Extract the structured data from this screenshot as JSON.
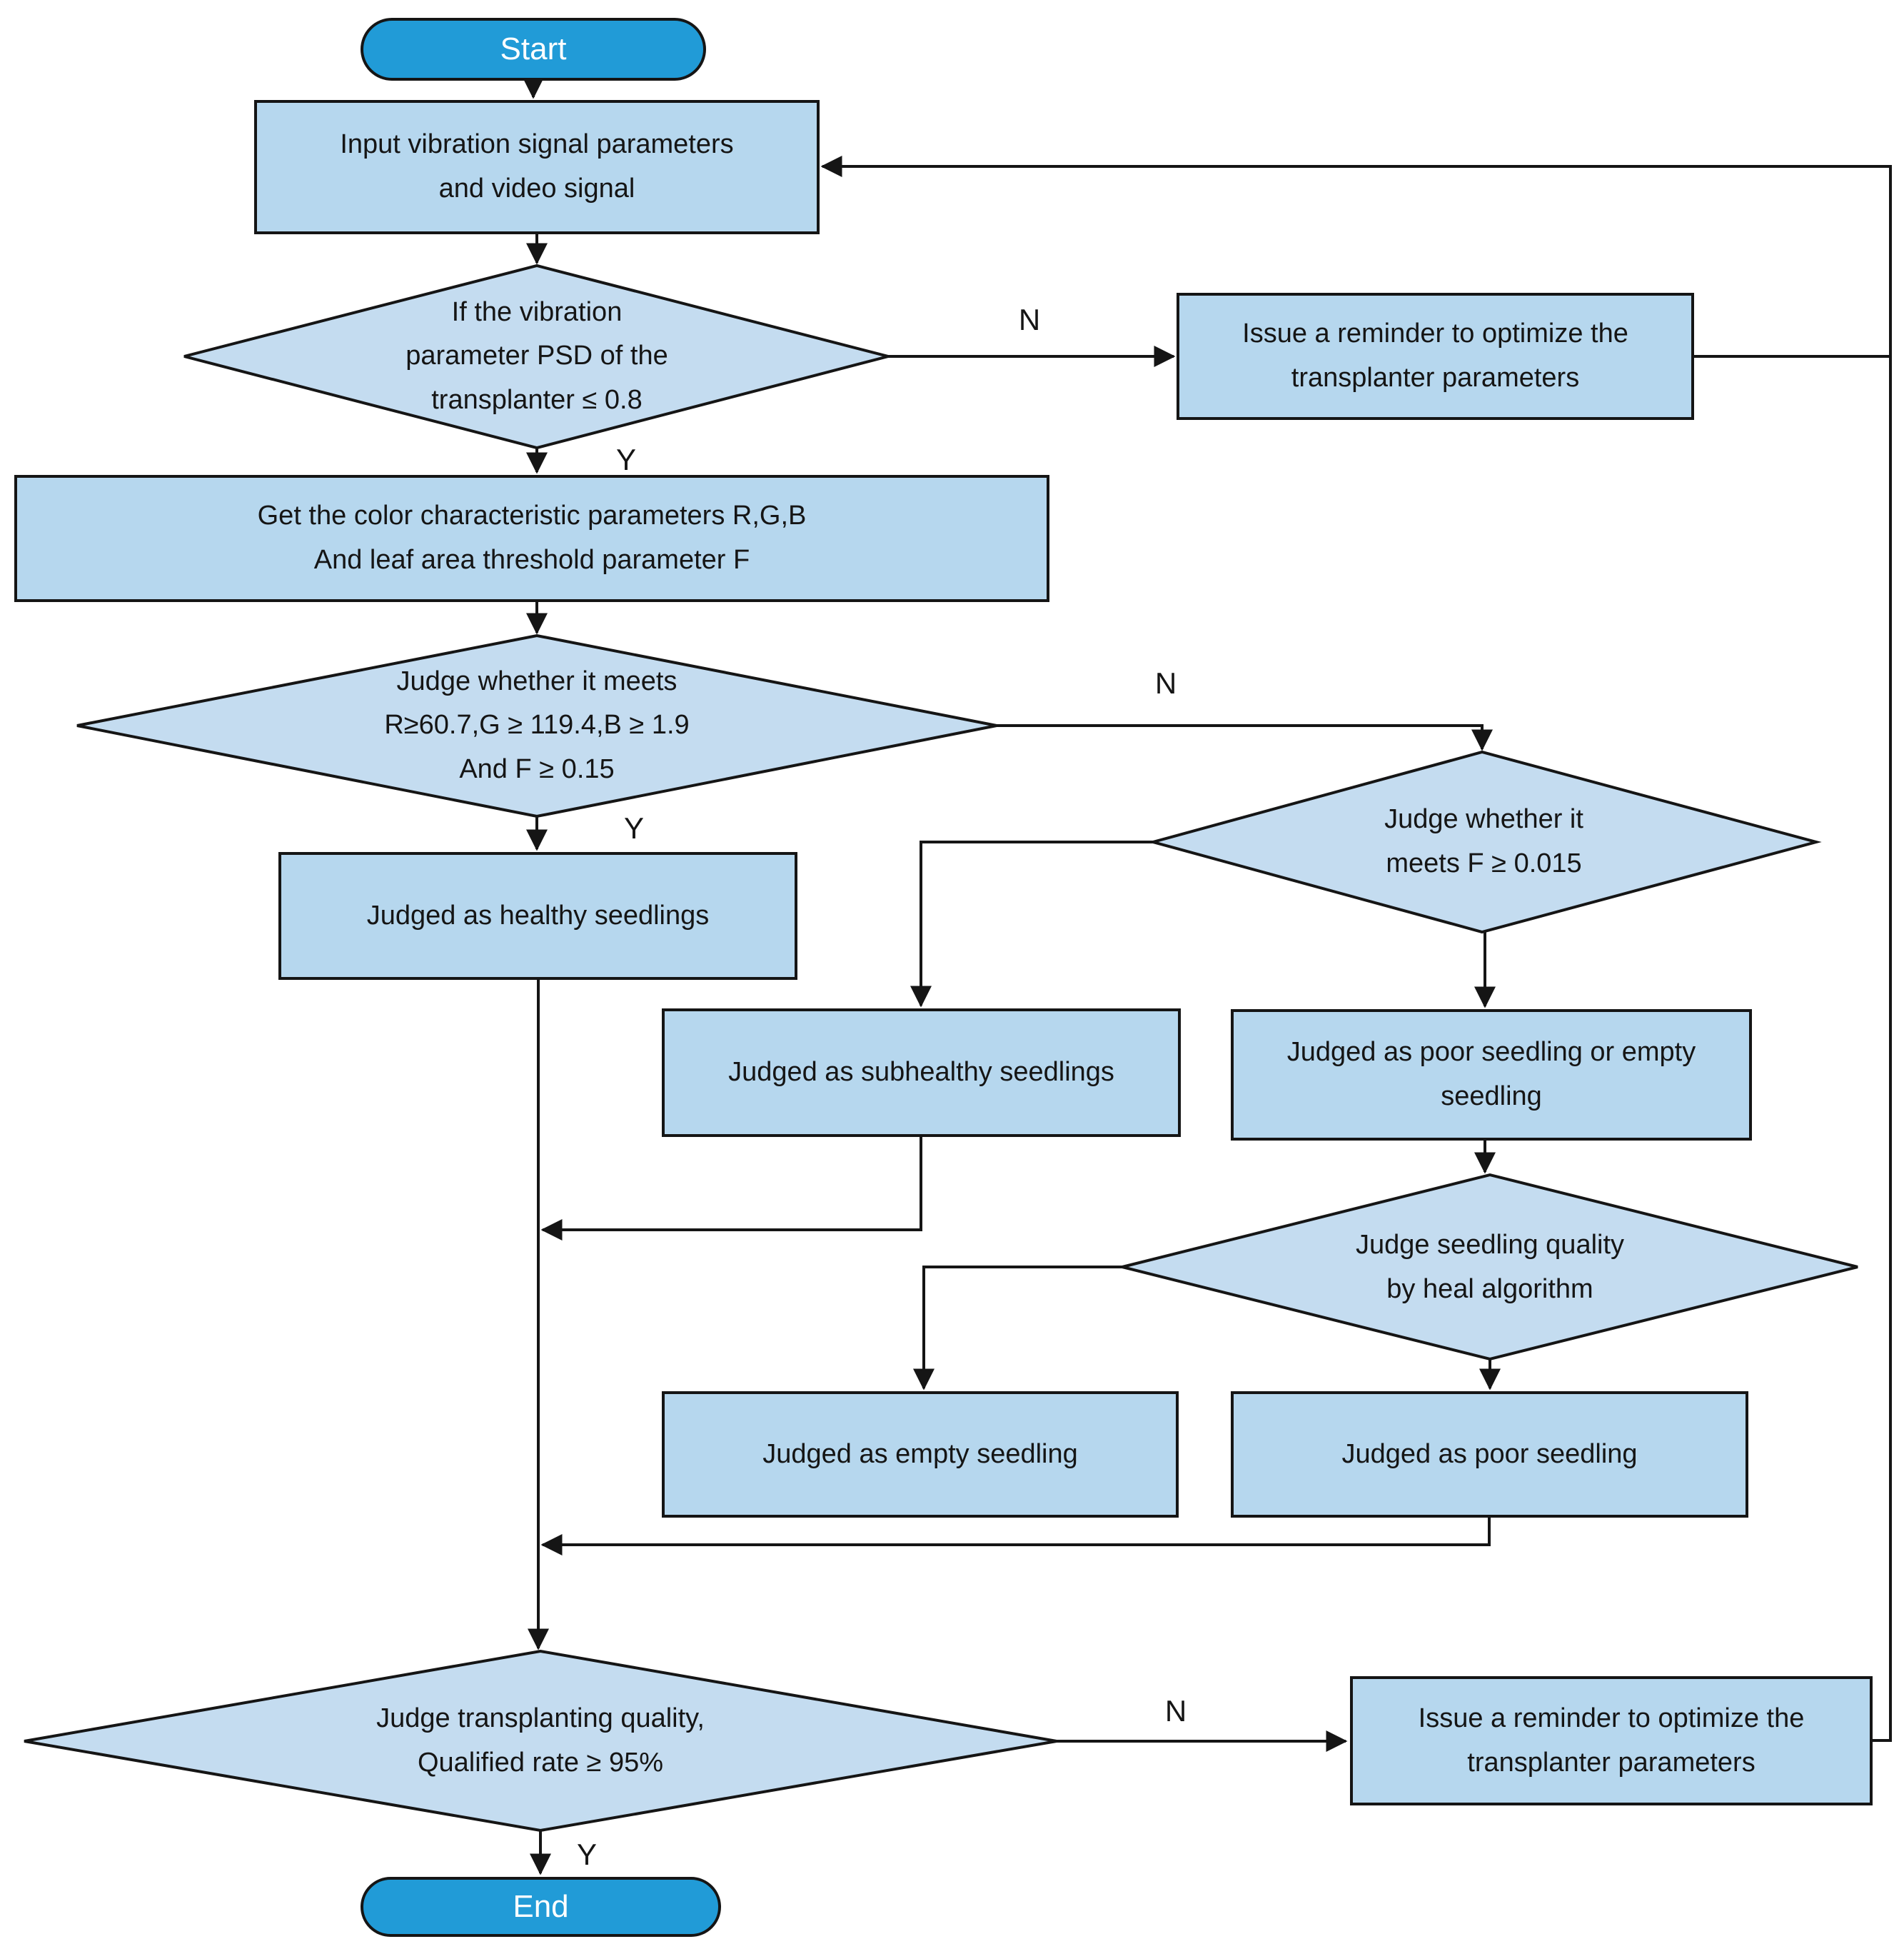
{
  "colors": {
    "line": "#151515",
    "rect_fill": "#b6d7ee",
    "diamond_fill": "#c4dcf0",
    "terminator_fill": "#219bd7",
    "terminator_text": "#ffffff",
    "text": "#151515"
  },
  "nodes": {
    "start": {
      "label": "Start"
    },
    "input": {
      "label": "Input vibration signal parameters\nand video signal"
    },
    "psd_decision": {
      "label": "If the vibration\nparameter PSD of the\ntransplanter ≤ 0.8"
    },
    "reminder_top": {
      "label": "Issue a reminder to optimize the\ntransplanter parameters"
    },
    "get_color": {
      "label": "Get the color characteristic parameters R,G,B\nAnd leaf area threshold parameter F"
    },
    "rgb_decision": {
      "label": "Judge whether it meets\nR≥60.7,G ≥ 119.4,B ≥ 1.9\nAnd F ≥ 0.15"
    },
    "healthy": {
      "label": "Judged as healthy seedlings"
    },
    "f_decision": {
      "label": "Judge whether it\nmeets F ≥ 0.015"
    },
    "subhealthy": {
      "label": "Judged as subhealthy seedlings"
    },
    "poor_or_empty": {
      "label": "Judged as poor seedling or empty\nseedling"
    },
    "heal_decision": {
      "label": "Judge seedling quality\nby heal algorithm"
    },
    "empty_seedling": {
      "label": "Judged as empty seedling"
    },
    "poor_seedling": {
      "label": "Judged as poor seedling"
    },
    "rate_decision": {
      "label": "Judge transplanting quality,\nQualified rate ≥ 95%"
    },
    "reminder_bottom": {
      "label": "Issue a reminder to optimize the\ntransplanter parameters"
    },
    "end": {
      "label": "End"
    }
  },
  "edge_labels": {
    "psd_no": "N",
    "psd_yes": "Y",
    "rgb_no": "N",
    "rgb_yes": "Y",
    "rate_no": "N",
    "rate_yes": "Y"
  }
}
